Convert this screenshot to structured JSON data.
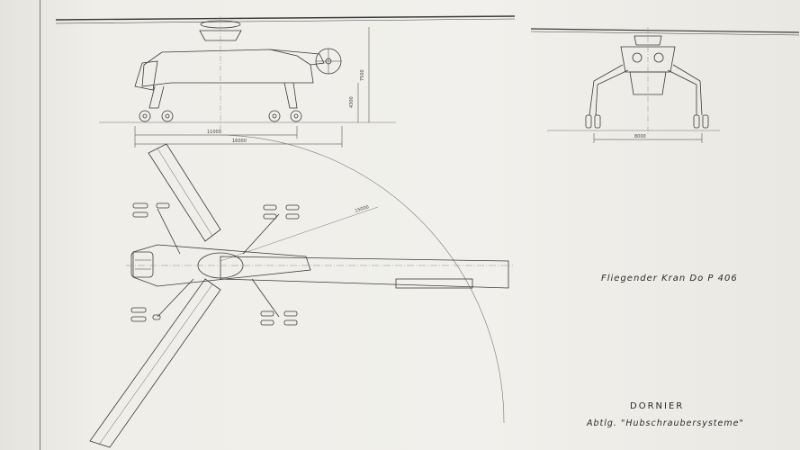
{
  "drawing": {
    "title": "Fliegender Kran   Do P 406",
    "company": "DORNIER",
    "department": "Abtlg. \"Hubschraubersysteme\""
  },
  "dimensions": {
    "side_height_overall": "7500",
    "side_height_body": "4300",
    "side_wheelbase": "11000",
    "side_length": "16000",
    "front_track": "8000",
    "top_rotor_radius": "15000"
  },
  "colors": {
    "paper": "#efeee9",
    "ink": "#3a3a3a",
    "light_ink": "#8a8a8a"
  }
}
